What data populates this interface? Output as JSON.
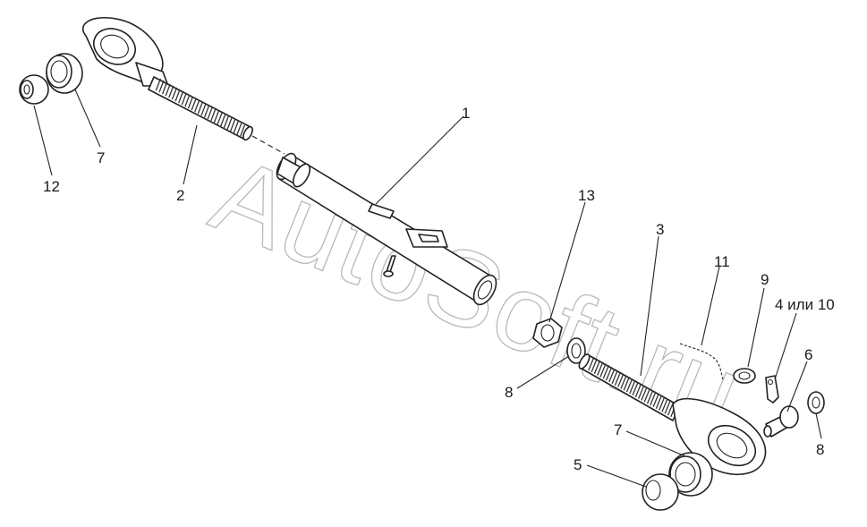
{
  "watermark": "AutoSoft.ru",
  "callouts": {
    "c1": "1",
    "c2": "2",
    "c3": "3",
    "c4": "4 или 10",
    "c5": "5",
    "c6": "6",
    "c7a": "7",
    "c7b": "7",
    "c8a": "8",
    "c8b": "8",
    "c9": "9",
    "c11": "11",
    "c12": "12",
    "c13": "13"
  }
}
